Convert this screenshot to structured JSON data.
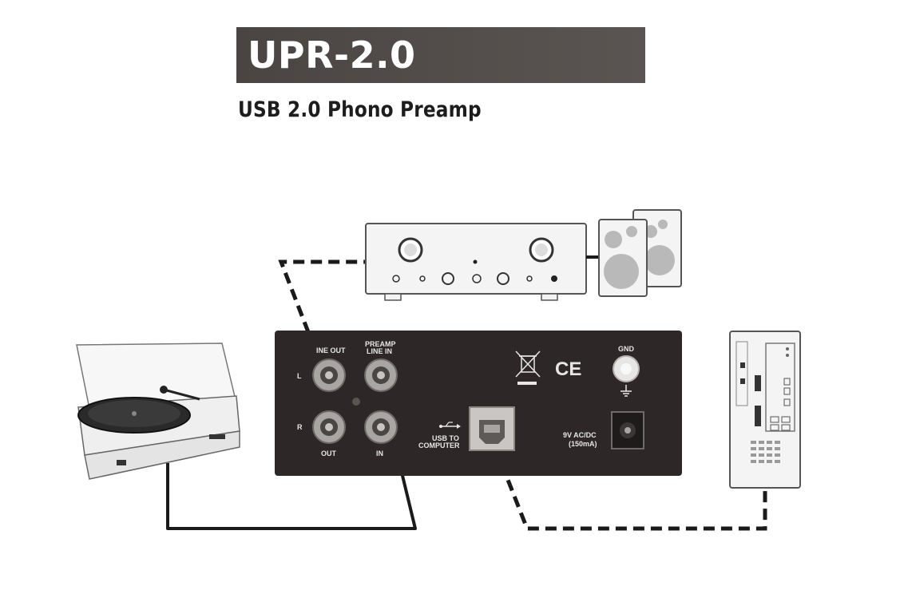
{
  "header": {
    "model": "UPR-2.0",
    "subtitle": "USB 2.0 Phono Preamp"
  },
  "panel": {
    "line_out_label": "INE OUT",
    "preamp_label_1": "PREAMP",
    "preamp_label_2": "LINE IN",
    "left_marker": "L",
    "right_marker": "R",
    "out_label": "OUT",
    "in_label": "IN",
    "usb_label_1": "USB TO",
    "usb_label_2": "COMPUTER",
    "power_label_1": "9V AC/DC",
    "power_label_2": "(150mA)",
    "gnd_label": "GND",
    "ce_mark": "CE"
  },
  "devices": [
    "turntable",
    "amplifier",
    "speakers",
    "upr-2.0-rear-panel",
    "computer-tower"
  ],
  "connections": [
    {
      "from": "turntable",
      "to": "preamp-line-in",
      "style": "solid"
    },
    {
      "from": "line-out",
      "to": "amplifier",
      "style": "dashed"
    },
    {
      "from": "usb-port",
      "to": "computer-tower",
      "style": "dashed"
    }
  ],
  "colors": {
    "panel": "#2d2827",
    "title_bar": "#4e4946",
    "cable": "#1a1a1a",
    "device_fill": "#f4f4f4",
    "device_stroke": "#555555",
    "speaker_cone": "#b9b9b9"
  }
}
